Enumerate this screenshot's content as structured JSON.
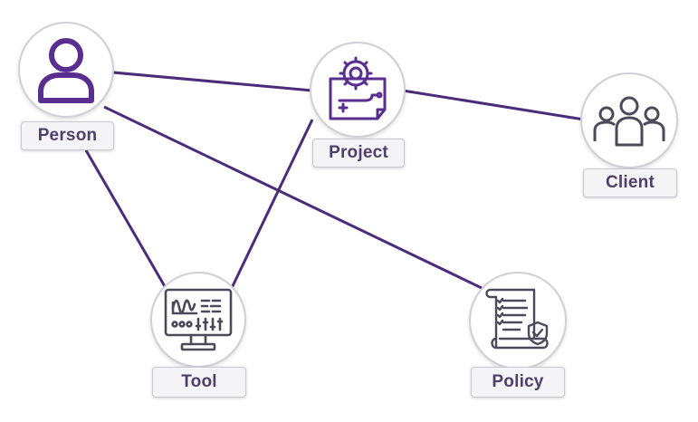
{
  "colors": {
    "edge": "#4b2c7a",
    "icon_person": "#5a2d91",
    "icon_project": "#5a2d91",
    "icon_client": "#4a4a5a",
    "icon_tool": "#4a4a5a",
    "icon_policy": "#4a4a5a",
    "label_text": "#4d3f6b"
  },
  "nodes": [
    {
      "id": "person",
      "label": "Person",
      "icon": "person-icon"
    },
    {
      "id": "project",
      "label": "Project",
      "icon": "project-blueprint-icon"
    },
    {
      "id": "client",
      "label": "Client",
      "icon": "client-group-icon"
    },
    {
      "id": "tool",
      "label": "Tool",
      "icon": "monitor-tool-icon"
    },
    {
      "id": "policy",
      "label": "Policy",
      "icon": "policy-document-icon"
    }
  ],
  "edges": [
    {
      "from": "person",
      "to": "project"
    },
    {
      "from": "person",
      "to": "policy"
    },
    {
      "from": "person",
      "to": "tool"
    },
    {
      "from": "project",
      "to": "client"
    },
    {
      "from": "project",
      "to": "tool"
    }
  ]
}
